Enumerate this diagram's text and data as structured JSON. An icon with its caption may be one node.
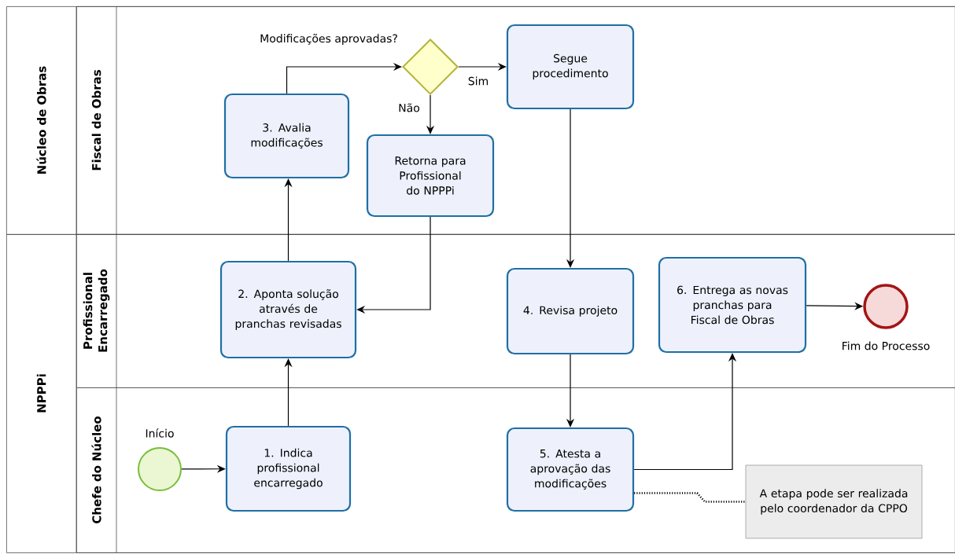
{
  "diagram": {
    "nodes": [
      {
        "text": [
          "Núcleo de Obras"
        ]
      },
      {
        "text": [
          "Fiscal de Obras"
        ],
        "in": 0
      },
      {
        "text": [
          "NPPPi"
        ]
      },
      {
        "text": [
          "Profissional Encarregado"
        ],
        "in": 2
      },
      {
        "text": [
          "Chefe do Núcleo"
        ],
        "in": 2
      },
      {
        "text": [],
        "shape": "circle",
        "beside": [
          "Início"
        ],
        "in": 4
      },
      {
        "text": [
          "1. Indica profissional encarregado"
        ],
        "in": 4
      },
      {
        "text": [
          "2. Aponta solução através de pranchas revisadas"
        ],
        "in": 3
      },
      {
        "text": [
          "3. Avalia modificações"
        ],
        "in": 1
      },
      {
        "text": [],
        "shape": "diamond",
        "beside": [
          "Modificações aprovadas?"
        ],
        "in": 1
      },
      {
        "text": [
          "Retorna para Profissional do NPPPi"
        ],
        "in": 1
      },
      {
        "text": [
          "Segue procedimento"
        ],
        "in": 1
      },
      {
        "text": [
          "4. Revisa projeto"
        ],
        "in": 3
      },
      {
        "text": [
          "6. Entrega as novas pranchas para Fiscal de Obras"
        ],
        "in": 3
      },
      {
        "text": [],
        "shape": "circle",
        "beside": [
          "Fim do Processo"
        ],
        "in": 3
      },
      {
        "text": [
          "5. Atesta a aprovação das modificações"
        ],
        "in": 4
      },
      {
        "text": [
          "A etapa pode ser realizada pelo coordenador da CPPO"
        ],
        "in": 4
      }
    ],
    "edges": [
      {
        "from": 5,
        "to": 6,
        "arrow": "to"
      },
      {
        "from": 6,
        "to": 7,
        "arrow": "to"
      },
      {
        "from": 7,
        "to": 8,
        "arrow": "to"
      },
      {
        "from": 8,
        "to": 9,
        "arrow": "to"
      },
      {
        "from": 9,
        "to": 11,
        "arrow": "to",
        "label": "Sim"
      },
      {
        "from": 9,
        "to": 10,
        "arrow": "to",
        "label": "Não"
      },
      {
        "from": 10,
        "to": 7,
        "arrow": "to"
      },
      {
        "from": 11,
        "to": 12,
        "arrow": "to"
      },
      {
        "from": 12,
        "to": 15,
        "arrow": "to"
      },
      {
        "from": 15,
        "to": 13,
        "arrow": "to"
      },
      {
        "from": 13,
        "to": 14,
        "arrow": "to"
      },
      {
        "from": 15,
        "to": 16,
        "arrow": "none",
        "style": "dashed"
      }
    ]
  }
}
